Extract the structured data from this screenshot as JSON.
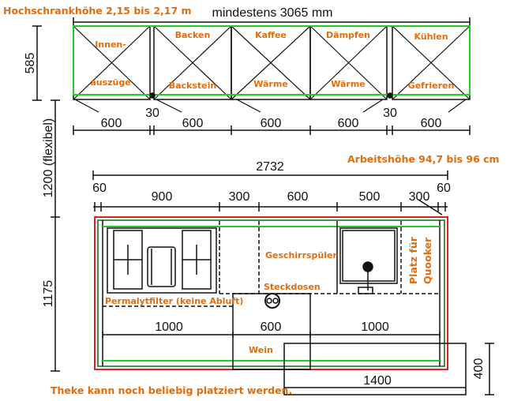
{
  "notes": {
    "tall_cabinet_height": "Hochschrankhöhe 2,15 bis 2,17 m",
    "worktop_height": "Arbeitshöhe 94,7 bis 96 cm",
    "counter_note": "Theke kann noch beliebig platziert werden."
  },
  "tall_cabinets": {
    "total": "mindestens 3065 mm",
    "depth": "585",
    "gap_to_counter": "1200 (flexibel)",
    "units": [
      {
        "top": "Innen-",
        "bottom": "auszüge",
        "width": "600"
      },
      {
        "top": "Backen",
        "bottom": "Backstein",
        "width": "600"
      },
      {
        "top": "Kaffee",
        "bottom": "Wärme",
        "width": "600"
      },
      {
        "top": "Dämpfen",
        "bottom": "Wärme",
        "width": "600"
      },
      {
        "top": "Kühlen",
        "bottom": "Gefrieren",
        "width": "600"
      }
    ],
    "gaps": [
      "30",
      "30"
    ]
  },
  "island": {
    "total": "2732",
    "depth": "1175",
    "segments": [
      "60",
      "900",
      "300",
      "600",
      "500",
      "300",
      "60"
    ],
    "hob_label": "Permalytfilter (keine Abluft)",
    "dishwasher": "Geschirrspüler",
    "sockets": "Steckdosen",
    "quooker_1": "Platz für",
    "quooker_2": "Quooker",
    "wine": "Wein",
    "back_segments": [
      "1000",
      "600",
      "1000"
    ]
  },
  "counter": {
    "width": "1400",
    "depth": "400"
  },
  "colors": {
    "label": "#e46c0a",
    "green": "#22cc22",
    "red": "#dd2222"
  }
}
